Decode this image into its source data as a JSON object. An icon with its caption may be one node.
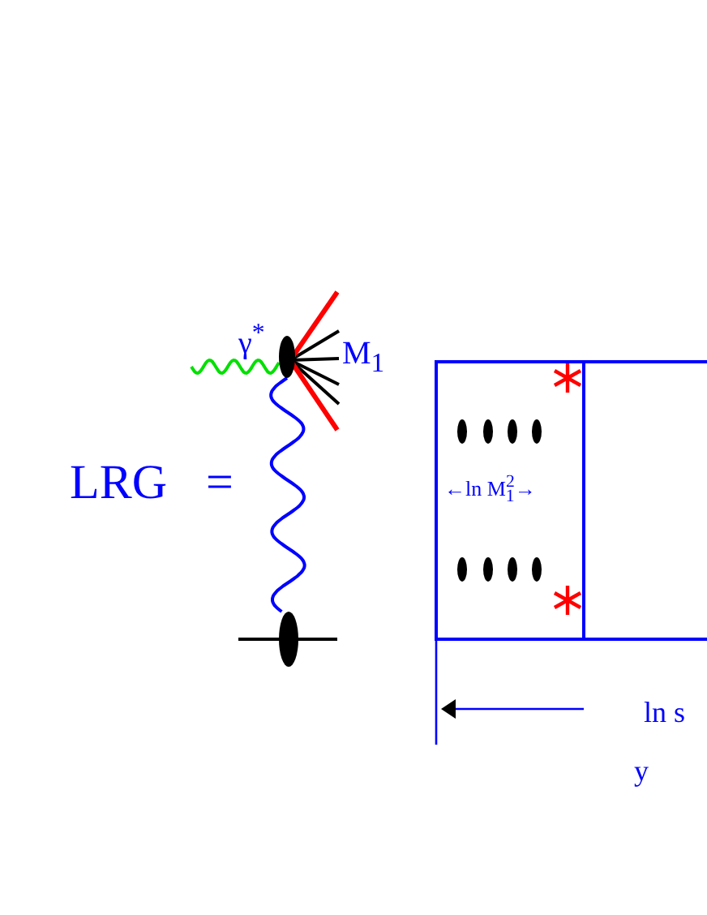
{
  "diagram": {
    "nodes": [
      {
        "text": [],
        "shape": "circle"
      },
      {
        "text": [],
        "shape": "circle"
      }
    ],
    "edges": [
      {
        "from": null,
        "to": 0,
        "arrow": "none",
        "color": "#00e000"
      },
      {
        "from": 0,
        "to": 1,
        "arrow": "none",
        "color": "#0000ff"
      }
    ],
    "labels": [
      "γ$^{*}$",
      "M$_{1}$",
      "LRG",
      "=",
      "←ln M$_{1}$$^{2}$→",
      "ln s",
      "y"
    ]
  }
}
